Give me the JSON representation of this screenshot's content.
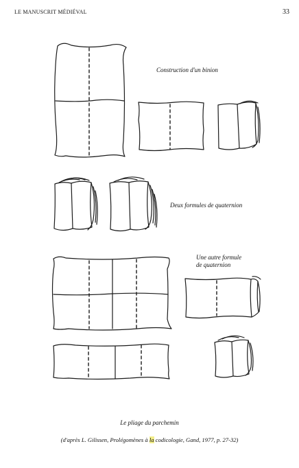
{
  "header": {
    "running_head": "LE MANUSCRIT MÉDIÉVAL",
    "page_number": "33"
  },
  "labels": {
    "binion": "Construction d'un binion",
    "quaternion_two": "Deux formules de quaternion",
    "quaternion_other_line1": "Une autre formule",
    "quaternion_other_line2": "de quaternion"
  },
  "caption": {
    "title": "Le pliage du parchemin",
    "source_before": "(d'après L. Gilissen, Prolégomènes à ",
    "source_highlight": "la",
    "source_after": " codicologie, Gand, 1977, p. 27-32)"
  },
  "colors": {
    "highlight": "#f3ee8a",
    "ink": "#1a1a1a"
  }
}
